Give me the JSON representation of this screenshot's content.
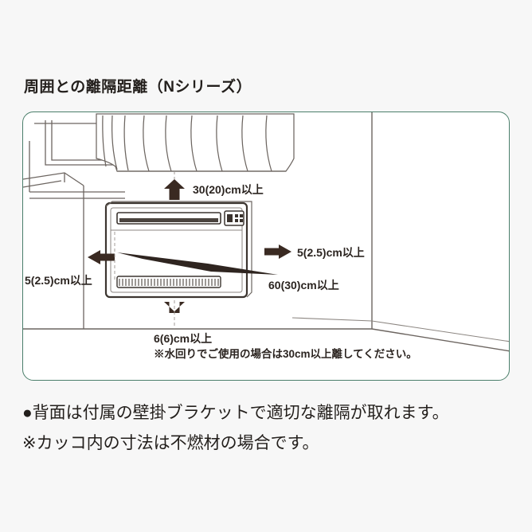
{
  "page": {
    "background_color": "#f7f7f7",
    "text_color": "#231f1c"
  },
  "heading": {
    "title": "周囲との離隔距離（Nシリーズ）"
  },
  "diagram": {
    "border_color": "#4b7f6b",
    "background_color": "#ffffff",
    "line_color": "#3c3530",
    "arrow_color": "#3a2a22",
    "label_color": "#2b2420",
    "clearances": [
      {
        "id": "top",
        "direction": "up",
        "label": "30(20)cm以上",
        "value_cm": 30,
        "noncombustible_cm": 20
      },
      {
        "id": "right",
        "direction": "right",
        "label": "5(2.5)cm以上",
        "value_cm": 5,
        "noncombustible_cm": 2.5
      },
      {
        "id": "front",
        "direction": "front",
        "label": "60(30)cm以上",
        "value_cm": 60,
        "noncombustible_cm": 30
      },
      {
        "id": "left",
        "direction": "left",
        "label": "5(2.5)cm以上",
        "value_cm": 5,
        "noncombustible_cm": 2.5
      },
      {
        "id": "bottom",
        "direction": "down",
        "label": "6(6)cm以上",
        "value_cm": 6,
        "noncombustible_cm": 6
      }
    ],
    "inline_note": "※水回りでご使用の場合は30cm以上離してください。"
  },
  "notes": [
    "●背面は付属の壁掛ブラケットで適切な離隔が取れます。",
    "※カッコ内の寸法は不燃材の場合です。"
  ]
}
